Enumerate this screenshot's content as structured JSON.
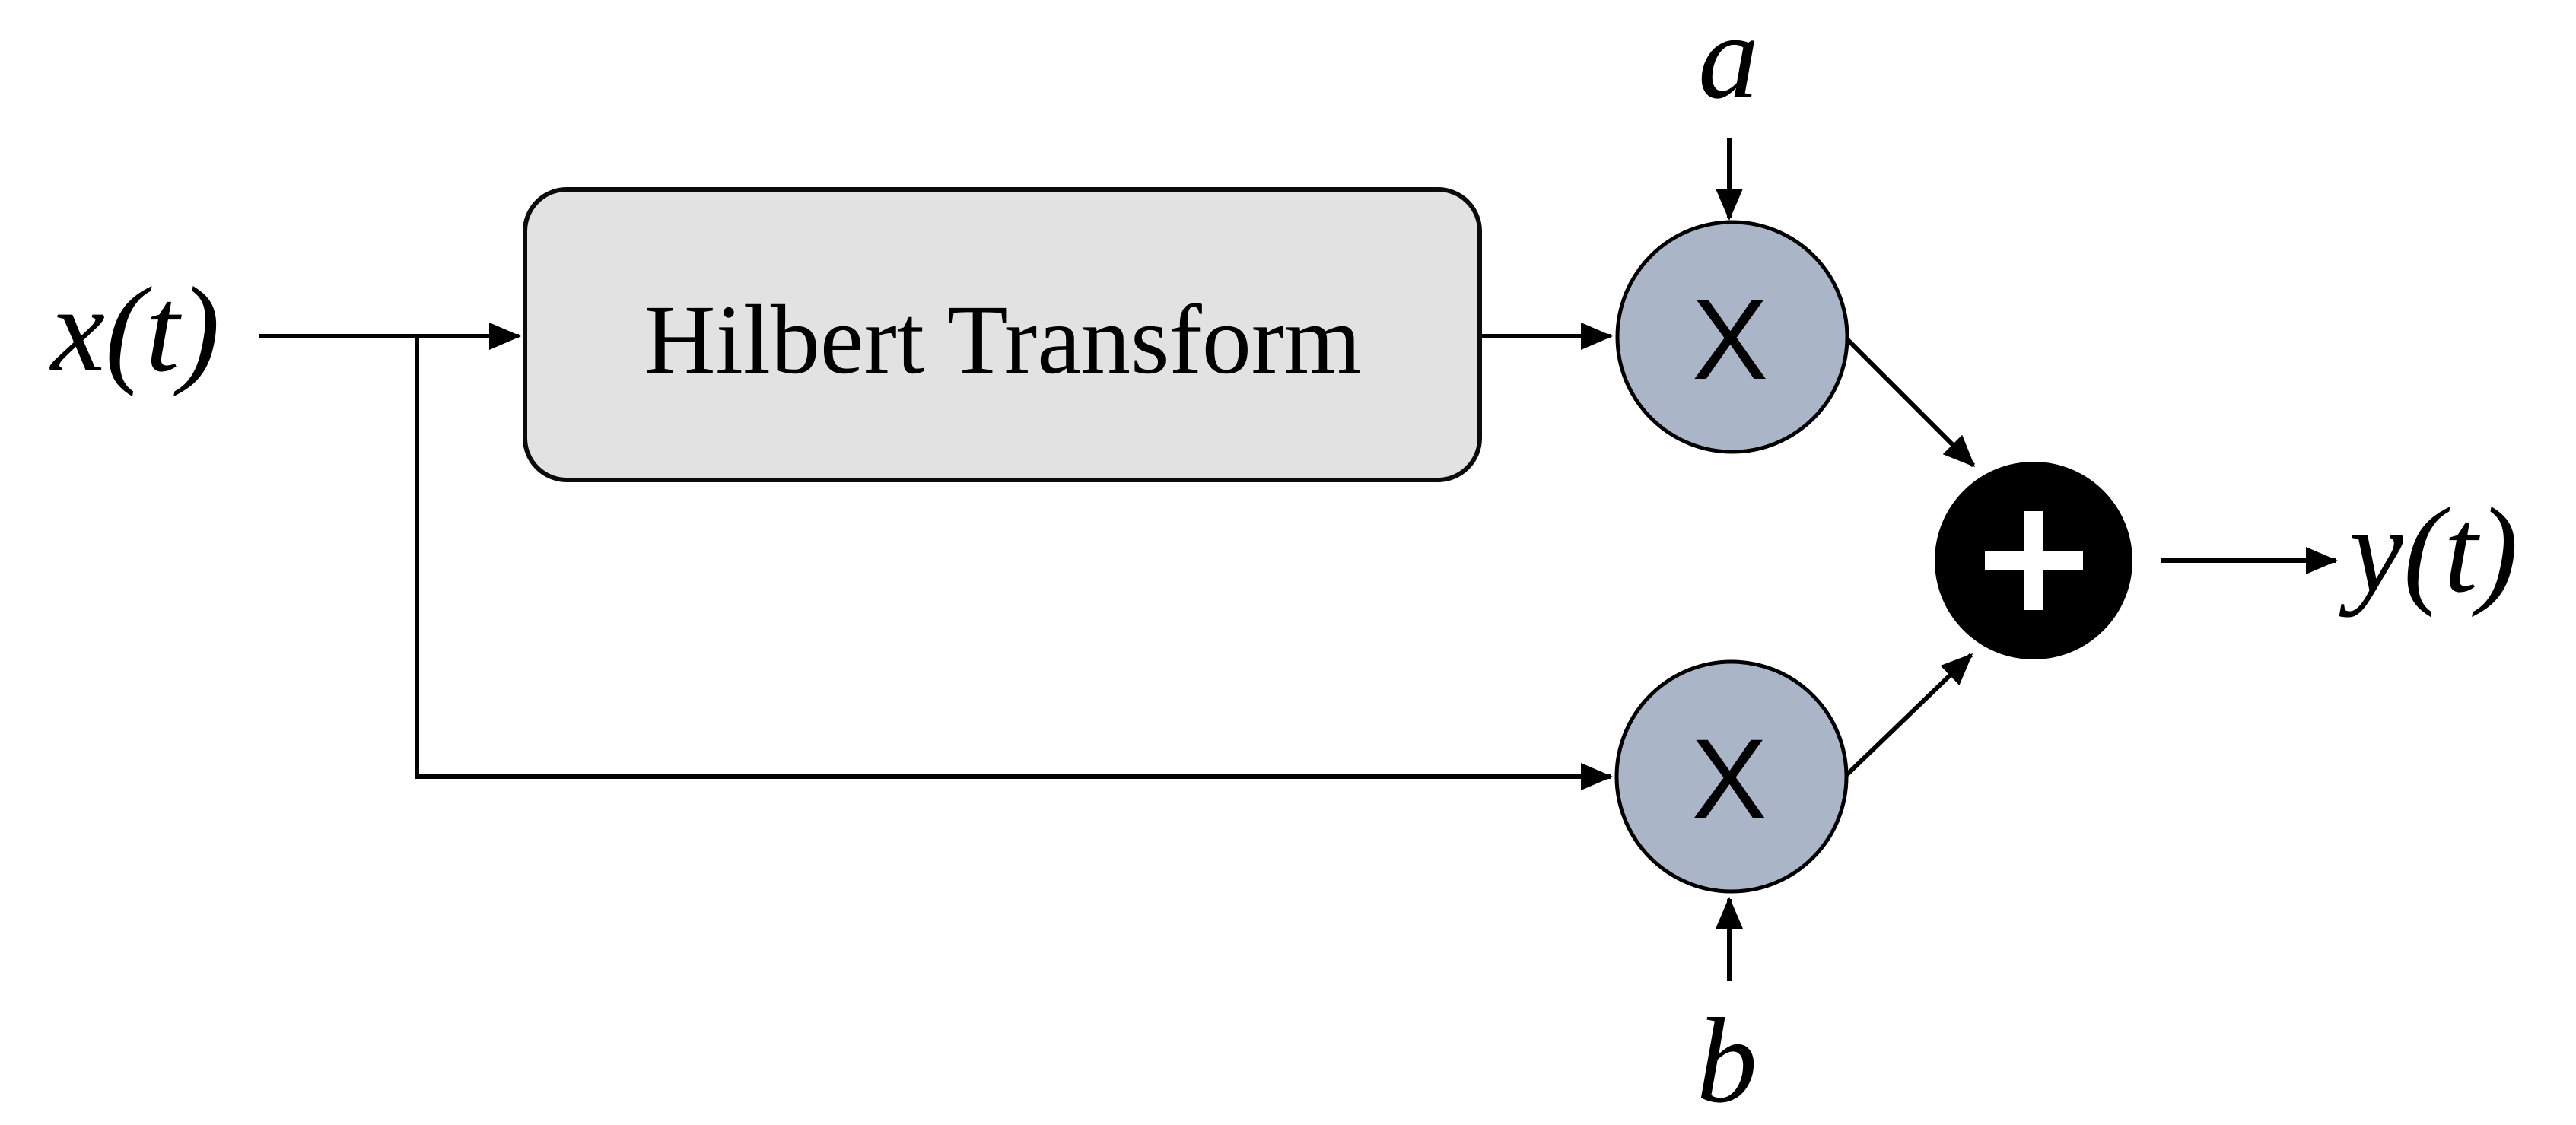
{
  "canvas": {
    "width": "3386",
    "height": "1479",
    "background": "#ffffff"
  },
  "colors": {
    "line": "#000000",
    "box_fill": "#e2e2e2",
    "box_border": "#0b0b0b",
    "multiplier_fill": "#aab6c7",
    "multiplier_border": "#000000",
    "adder_fill": "#000000",
    "adder_symbol_color": "#ffffff",
    "text": "#000000"
  },
  "labels": {
    "input_signal": "x(t)",
    "output_signal": "y(t)",
    "coefficient_a": "a",
    "coefficient_b": "b"
  },
  "nodes": {
    "hilbert_box": {
      "label": "Hilbert Transform"
    },
    "multiplier_top": {
      "symbol": "X"
    },
    "multiplier_bottom": {
      "symbol": "X"
    },
    "adder": {
      "symbol": "+"
    }
  }
}
